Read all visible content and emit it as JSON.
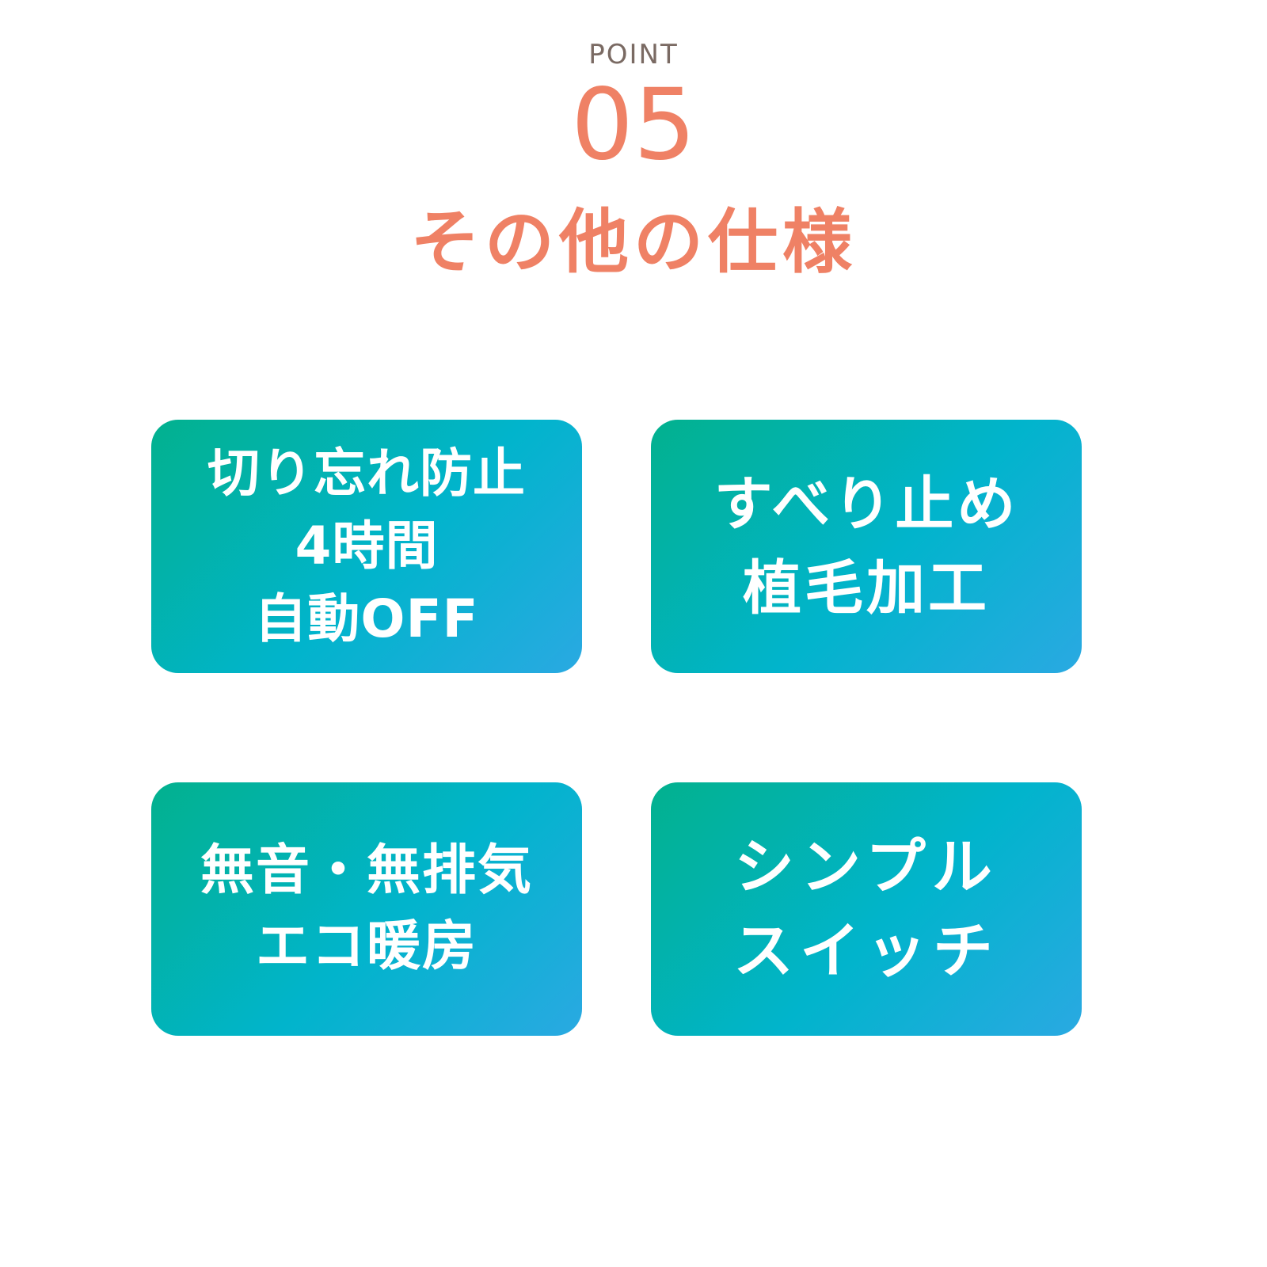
{
  "header": {
    "point_label": "POINT",
    "point_number": "05",
    "title": "その他の仕様"
  },
  "cards": [
    {
      "lines": [
        "切り忘れ防止",
        "4時間",
        "自動OFF"
      ]
    },
    {
      "lines": [
        "すべり止め",
        "植毛加工"
      ]
    },
    {
      "lines": [
        "無音・無排気",
        "エコ暖房"
      ]
    },
    {
      "lines": [
        "シンプル",
        "スイッチ"
      ]
    }
  ],
  "colors": {
    "accent": "#ef8165",
    "label": "#7a6a63",
    "card_gradient_start": "#02b18e",
    "card_gradient_mid": "#01b4cc",
    "card_gradient_end": "#2aa9e2",
    "card_text": "#ffffff",
    "background": "#ffffff"
  }
}
